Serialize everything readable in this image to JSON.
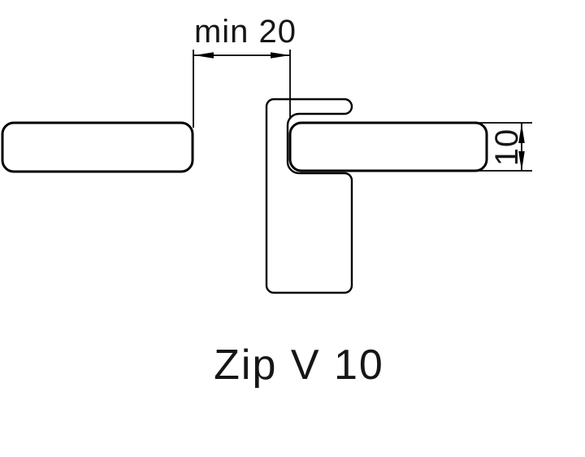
{
  "drawing": {
    "title": "Zip V 10",
    "colors": {
      "background": "#ffffff",
      "line": "#000000",
      "text": "#161616"
    },
    "dimensions": {
      "gap": {
        "label": "min 20",
        "value": 20
      },
      "thickness": {
        "label": "10",
        "value": 10
      }
    }
  }
}
